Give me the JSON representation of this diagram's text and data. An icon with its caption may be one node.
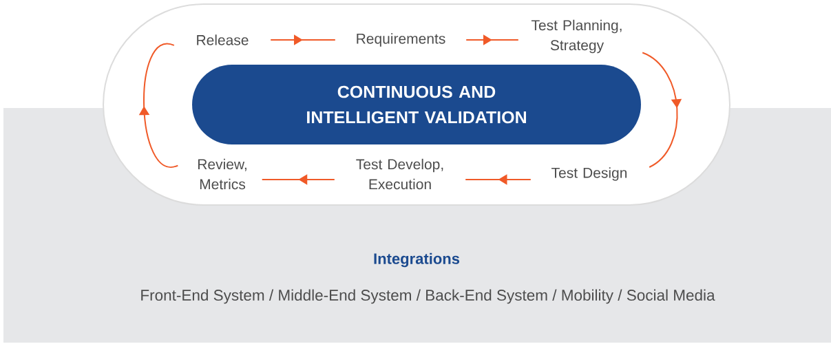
{
  "diagram": {
    "nodes": [
      {
        "text": [
          "Release"
        ]
      },
      {
        "text": [
          "Requirements"
        ]
      },
      {
        "text": [
          "Test Planning, Strategy"
        ]
      },
      {
        "text": [
          "CONTINUOUS AND INTELLIGENT VALIDATION"
        ]
      },
      {
        "text": [
          "Review, Metrics"
        ]
      },
      {
        "text": [
          "Test Develop, Execution"
        ]
      },
      {
        "text": [
          "Test Design"
        ]
      }
    ],
    "edges": [
      {
        "from": 0,
        "to": 1,
        "arrow": "to"
      },
      {
        "from": 1,
        "to": 2,
        "arrow": "to"
      },
      {
        "from": 2,
        "to": 6,
        "arrow": "to"
      },
      {
        "from": 6,
        "to": 5,
        "arrow": "to"
      },
      {
        "from": 5,
        "to": 4,
        "arrow": "to"
      },
      {
        "from": 4,
        "to": 0,
        "arrow": "to"
      }
    ],
    "labels": [
      "Integrations",
      "Front-End System / Middle-End System / Back-End System / Mobility / Social Media"
    ]
  }
}
